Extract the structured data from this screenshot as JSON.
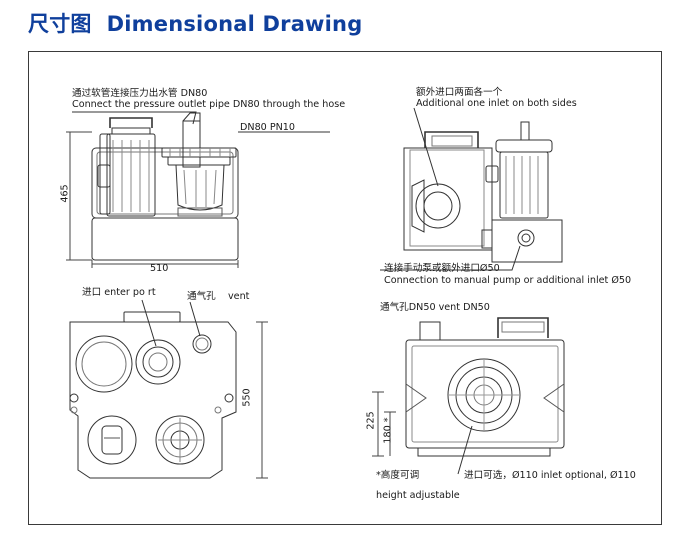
{
  "header": {
    "title_cn": "尺寸图",
    "title_en": "Dimensional Drawing",
    "title_color": "#0f3f9c"
  },
  "views": {
    "front": {
      "callout_cn": "通过软管连接压力出水管 DN80",
      "callout_en": "Connect the pressure outlet pipe DN80 through the hose",
      "flange_label": "DN80 PN10",
      "height_dim": "465",
      "width_dim": "510"
    },
    "side": {
      "callout_top_cn": "额外进口两面各一个",
      "callout_top_en": "Additional one inlet on both sides",
      "callout_bottom_cn": "连接手动泵或额外进口Ø50",
      "callout_bottom_en": "Connection to manual pump or additional inlet Ø50"
    },
    "top": {
      "inlet_label": "进口   enter po rt",
      "vent_label_cn": "通气孔",
      "vent_label_en": "vent",
      "depth_dim": "550"
    },
    "rear": {
      "vent_label": "通气孔DN50   vent DN50",
      "dim_225": "225",
      "dim_180": "180 *",
      "height_note_cn": "*高度可调",
      "height_note_en": "height adjustable",
      "inlet_note": "进口可选，Ø110    inlet optional, Ø110"
    }
  }
}
